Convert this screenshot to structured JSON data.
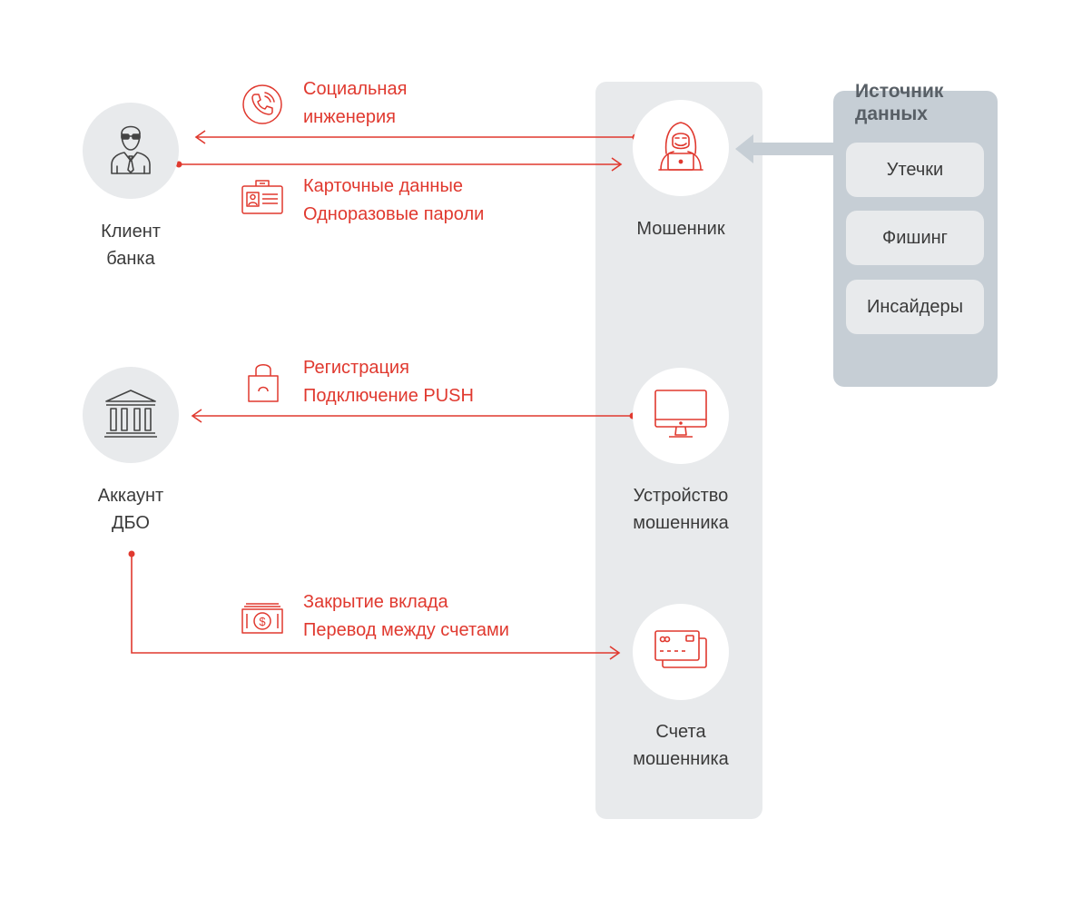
{
  "nodes": {
    "client": {
      "label": "Клиент\nбанка",
      "icon": "businessman-icon"
    },
    "account": {
      "label": "Аккаунт\nДБО",
      "icon": "bank-building-icon"
    },
    "fraudster": {
      "label": "Мошенник",
      "icon": "hooded-hacker-icon"
    },
    "fraud_device": {
      "label": "Устройство\nмошенника",
      "icon": "monitor-icon"
    },
    "fraud_accounts": {
      "label": "Счета\nмошенника",
      "icon": "bank-cards-icon"
    }
  },
  "flows": {
    "social": {
      "lines": [
        "Социальная",
        "инженерия"
      ],
      "icon": "phone-call-icon"
    },
    "card": {
      "lines": [
        "Карточные данные",
        "Одноразовые пароли"
      ],
      "icon": "id-card-icon"
    },
    "registration": {
      "lines": [
        "Регистрация",
        "Подключение PUSH"
      ],
      "icon": "lock-icon"
    },
    "transfer": {
      "lines": [
        "Закрытие вклада",
        "Перевод между счетами"
      ],
      "icon": "money-icon"
    }
  },
  "data_source": {
    "title": "Источник\nданных",
    "items": [
      "Утечки",
      "Фишинг",
      "Инсайдеры"
    ]
  },
  "colors": {
    "accent": "#e0392f",
    "panel_light": "#e8eaec",
    "panel_dark": "#c6ced5",
    "text": "#3a3a3a"
  }
}
